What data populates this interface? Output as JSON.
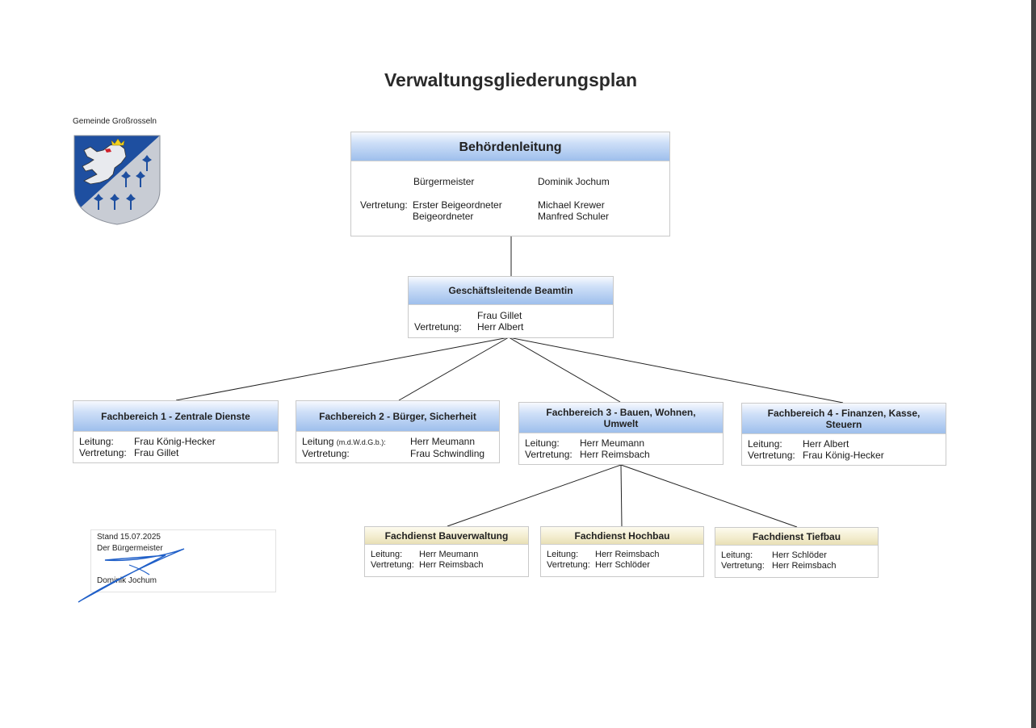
{
  "document": {
    "title": "Verwaltungsgliederungsplan",
    "municipality": "Gemeinde Großrosseln",
    "crest_icon": "coat-of-arms-icon"
  },
  "colors": {
    "header_blue_top": "#f7f9fe",
    "header_blue_bottom": "#9ebfec",
    "header_yellow": "#f2eccd",
    "crest_blue": "#1e4fa0",
    "crest_silver": "#c8ccd4",
    "signature_blue": "#1f5fc8"
  },
  "behoerdenleitung": {
    "heading": "Behördenleitung",
    "role1": "Bürgermeister",
    "name1": "Dominik Jochum",
    "vertretung_label": "Vertretung:",
    "role2": "Erster Beigeordneter",
    "name2": "Michael Krewer",
    "role3": "Beigeordneter",
    "name3": "Manfred Schuler"
  },
  "geschaeftsleitung": {
    "heading": "Geschäftsleitende Beamtin",
    "name": "Frau Gillet",
    "vertretung_label": "Vertretung:",
    "vertretung": "Herr Albert"
  },
  "fachbereiche": [
    {
      "heading": "Fachbereich 1 - Zentrale Dienste",
      "leitung_label": "Leitung:",
      "leitung": "Frau König-Hecker",
      "vertretung_label": "Vertretung:",
      "vertretung": "Frau Gillet"
    },
    {
      "heading": "Fachbereich 2 - Bürger, Sicherheit",
      "leitung_label": "Leitung",
      "leitung_note": "(m.d.W.d.G.b.):",
      "leitung": "Herr Meumann",
      "vertretung_label": "Vertretung:",
      "vertretung": "Frau Schwindling"
    },
    {
      "heading": "Fachbereich 3 - Bauen, Wohnen, Umwelt",
      "leitung_label": "Leitung:",
      "leitung": "Herr Meumann",
      "vertretung_label": "Vertretung:",
      "vertretung": "Herr Reimsbach"
    },
    {
      "heading": "Fachbereich 4 - Finanzen, Kasse, Steuern",
      "leitung_label": "Leitung:",
      "leitung": "Herr Albert",
      "vertretung_label": "Vertretung:",
      "vertretung": "Frau König-Hecker"
    }
  ],
  "fachdienste": [
    {
      "heading": "Fachdienst Bauverwaltung",
      "leitung_label": "Leitung:",
      "leitung": "Herr Meumann",
      "vertretung_label": "Vertretung:",
      "vertretung": "Herr Reimsbach"
    },
    {
      "heading": "Fachdienst Hochbau",
      "leitung_label": "Leitung:",
      "leitung": "Herr Reimsbach",
      "vertretung_label": "Vertretung:",
      "vertretung": "Herr Schlöder"
    },
    {
      "heading": "Fachdienst Tiefbau",
      "leitung_label": "Leitung:",
      "leitung": "Herr Schlöder",
      "vertretung_label": "Vertretung:",
      "vertretung": "Herr Reimsbach"
    }
  ],
  "stand": {
    "date_line": "Stand 15.07.2025",
    "role": "Der Bürgermeister",
    "name": "Dominik Jochum"
  }
}
